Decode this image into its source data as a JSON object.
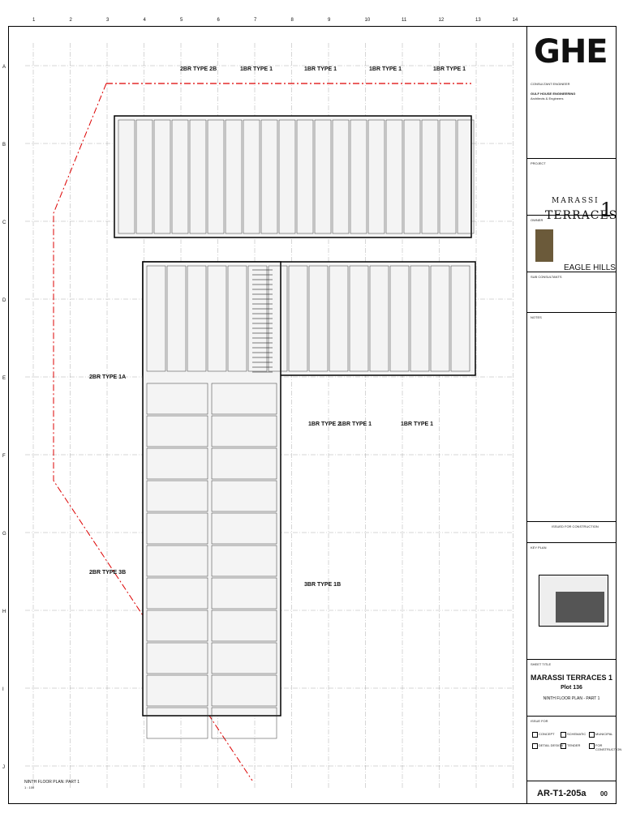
{
  "grid": {
    "columns": [
      "1",
      "2",
      "3",
      "4",
      "5",
      "6",
      "7",
      "8",
      "9",
      "10",
      "11",
      "12",
      "13",
      "14"
    ],
    "rows": [
      "A",
      "B",
      "C",
      "D",
      "E",
      "F",
      "G",
      "H",
      "I",
      "J"
    ]
  },
  "plan_labels": {
    "top": [
      "2BR TYPE 2B",
      "1BR TYPE 1",
      "1BR TYPE 1",
      "1BR TYPE 1",
      "1BR TYPE 1"
    ],
    "mid": [
      "1BR TYPE 2",
      "1BR TYPE 1",
      "1BR TYPE 1"
    ],
    "left1": "2BR TYPE 1A",
    "left2": "2BR TYPE 3B",
    "right2": "3BR TYPE 1B"
  },
  "drawing_caption": "NINTH FLOOR PLAN: PART 1",
  "scale": "1 : 100",
  "titleblock": {
    "logo": "GHE",
    "consultant_label": "CONSULTANT ENGINEER",
    "company": "GULF HOUSE ENGINEERING",
    "company_sub": "Architects & Engineers",
    "project_label": "PROJECT",
    "project_line1": "MARASSI",
    "project_line2": "TERRACES",
    "project_num": "1",
    "owner_label": "OWNER",
    "owner": "EAGLE HILLS",
    "sub_consultants": "SUB CONSULTANTS",
    "notes_label": "NOTES",
    "key_plan": "KEY PLAN",
    "sheet_title_label": "SHEET TITLE",
    "sheet_title": "MARASSI TERRACES 1",
    "plot": "Plot 136",
    "sheet_sub": "NINTH FLOOR PLAN - PART 1",
    "issue_label": "ISSUE FOR",
    "issue_opts": [
      "CONCEPT",
      "SCHEMATIC",
      "MUNICIPAL",
      "DETAIL DESIGN",
      "TENDER",
      "FOR CONSTRUCTION"
    ],
    "sheet_no": "AR-T1-205a",
    "rev": "00",
    "issued_for": "ISSUED FOR CONSTRUCTION"
  }
}
